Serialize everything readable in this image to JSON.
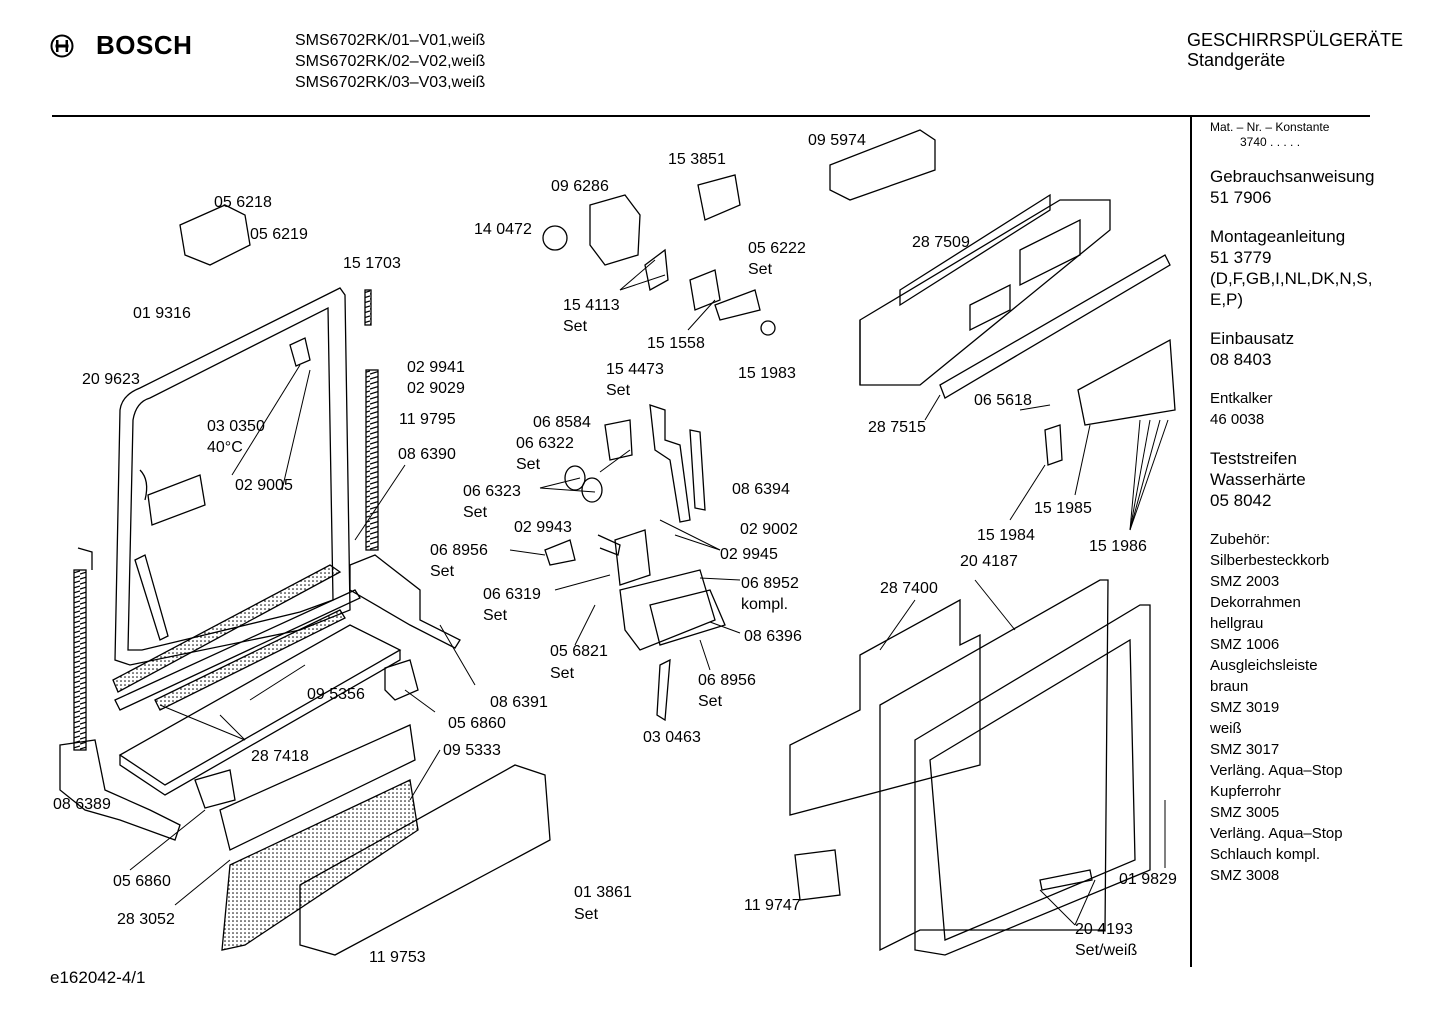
{
  "header": {
    "brand": "BOSCH",
    "models": [
      "SMS6702RK/01–V01,weiß",
      "SMS6702RK/02–V02,weiß",
      "SMS6702RK/03–V03,weiß"
    ],
    "category": "GESCHIRRSPÜLGERÄTE",
    "subcategory": "Standgeräte"
  },
  "sidebar": {
    "mat_label": "Mat. – Nr. – Konstante",
    "mat_value": "3740  .  .  .  .  .",
    "gebrauch_label": "Gebrauchsanweisung",
    "gebrauch_value": "51 7906",
    "montage_label": "Montageanleitung",
    "montage_value": "51 3779",
    "montage_langs1": "(D,F,GB,I,NL,DK,N,S,",
    "montage_langs2": "E,P)",
    "einbau_label": "Einbausatz",
    "einbau_value": "08 8403",
    "entkalker_label": "Entkalker",
    "entkalker_value": "46 0038",
    "test_label1": "Teststreifen",
    "test_label2": "Wasserhärte",
    "test_value": "05 8042",
    "zubehoer": [
      "Zubehör:",
      "Silberbesteckkorb",
      "SMZ 2003",
      "Dekorrahmen",
      "hellgrau",
      "SMZ 1006",
      "Ausgleichsleiste",
      "braun",
      "SMZ 3019",
      "weiß",
      "SMZ 3017",
      "Verläng. Aqua–Stop",
      "Kupferrohr",
      "SMZ 3005",
      "Verläng. Aqua–Stop",
      "Schlauch kompl.",
      "SMZ 3008"
    ]
  },
  "diagram": {
    "labels": {
      "l_056218": "05 6218",
      "l_056219": "05 6219",
      "l_151703": "15 1703",
      "l_019316": "01 9316",
      "l_209623": "20 9623",
      "l_029941": "02 9941",
      "l_029029": "02 9029",
      "l_119795": "11 9795",
      "l_030350": "03 0350",
      "l_40c": "40°C",
      "l_029005": "02 9005",
      "l_086390": "08 6390",
      "l_140472": "14 0472",
      "l_096286": "09 6286",
      "l_153851": "15 3851",
      "l_095974": "09 5974",
      "l_287509": "28 7509",
      "l_056222": "05 6222",
      "l_set1": "Set",
      "l_154113": "15 4113",
      "l_set2": "Set",
      "l_151558": "15 1558",
      "l_151983": "15 1983",
      "l_154473": "15 4473",
      "l_set3": "Set",
      "l_068584": "06 8584",
      "l_066322": "06 6322",
      "l_set4": "Set",
      "l_066323": "06 6323",
      "l_set5": "Set",
      "l_086394": "08 6394",
      "l_029002": "02 9002",
      "l_029943": "02 9943",
      "l_029945": "02 9945",
      "l_068956a": "06 8956",
      "l_set6": "Set",
      "l_066319": "06 6319",
      "l_set7": "Set",
      "l_068952": "06 8952",
      "l_kompl": "kompl.",
      "l_086396": "08 6396",
      "l_056821": "05 6821",
      "l_set8": "Set",
      "l_068956b": "06 8956",
      "l_set9": "Set",
      "l_030463": "03 0463",
      "l_086391": "08 6391",
      "l_095356": "09 5356",
      "l_287418": "28 7418",
      "l_056860a": "05 6860",
      "l_095333": "09 5333",
      "l_086389": "08 6389",
      "l_056860b": "05 6860",
      "l_283052": "28 3052",
      "l_119753": "11 9753",
      "l_013861": "01 3861",
      "l_set10": "Set",
      "l_287515": "28 7515",
      "l_065618": "06 5618",
      "l_151984": "15 1984",
      "l_151985": "15 1985",
      "l_151986": "15 1986",
      "l_287400": "28 7400",
      "l_204187": "20 4187",
      "l_119747": "11 9747",
      "l_019829": "01 9829",
      "l_204193": "20 4193",
      "l_setweiss": "Set/weiß"
    }
  },
  "footer": {
    "code": "e162042-4/1"
  }
}
